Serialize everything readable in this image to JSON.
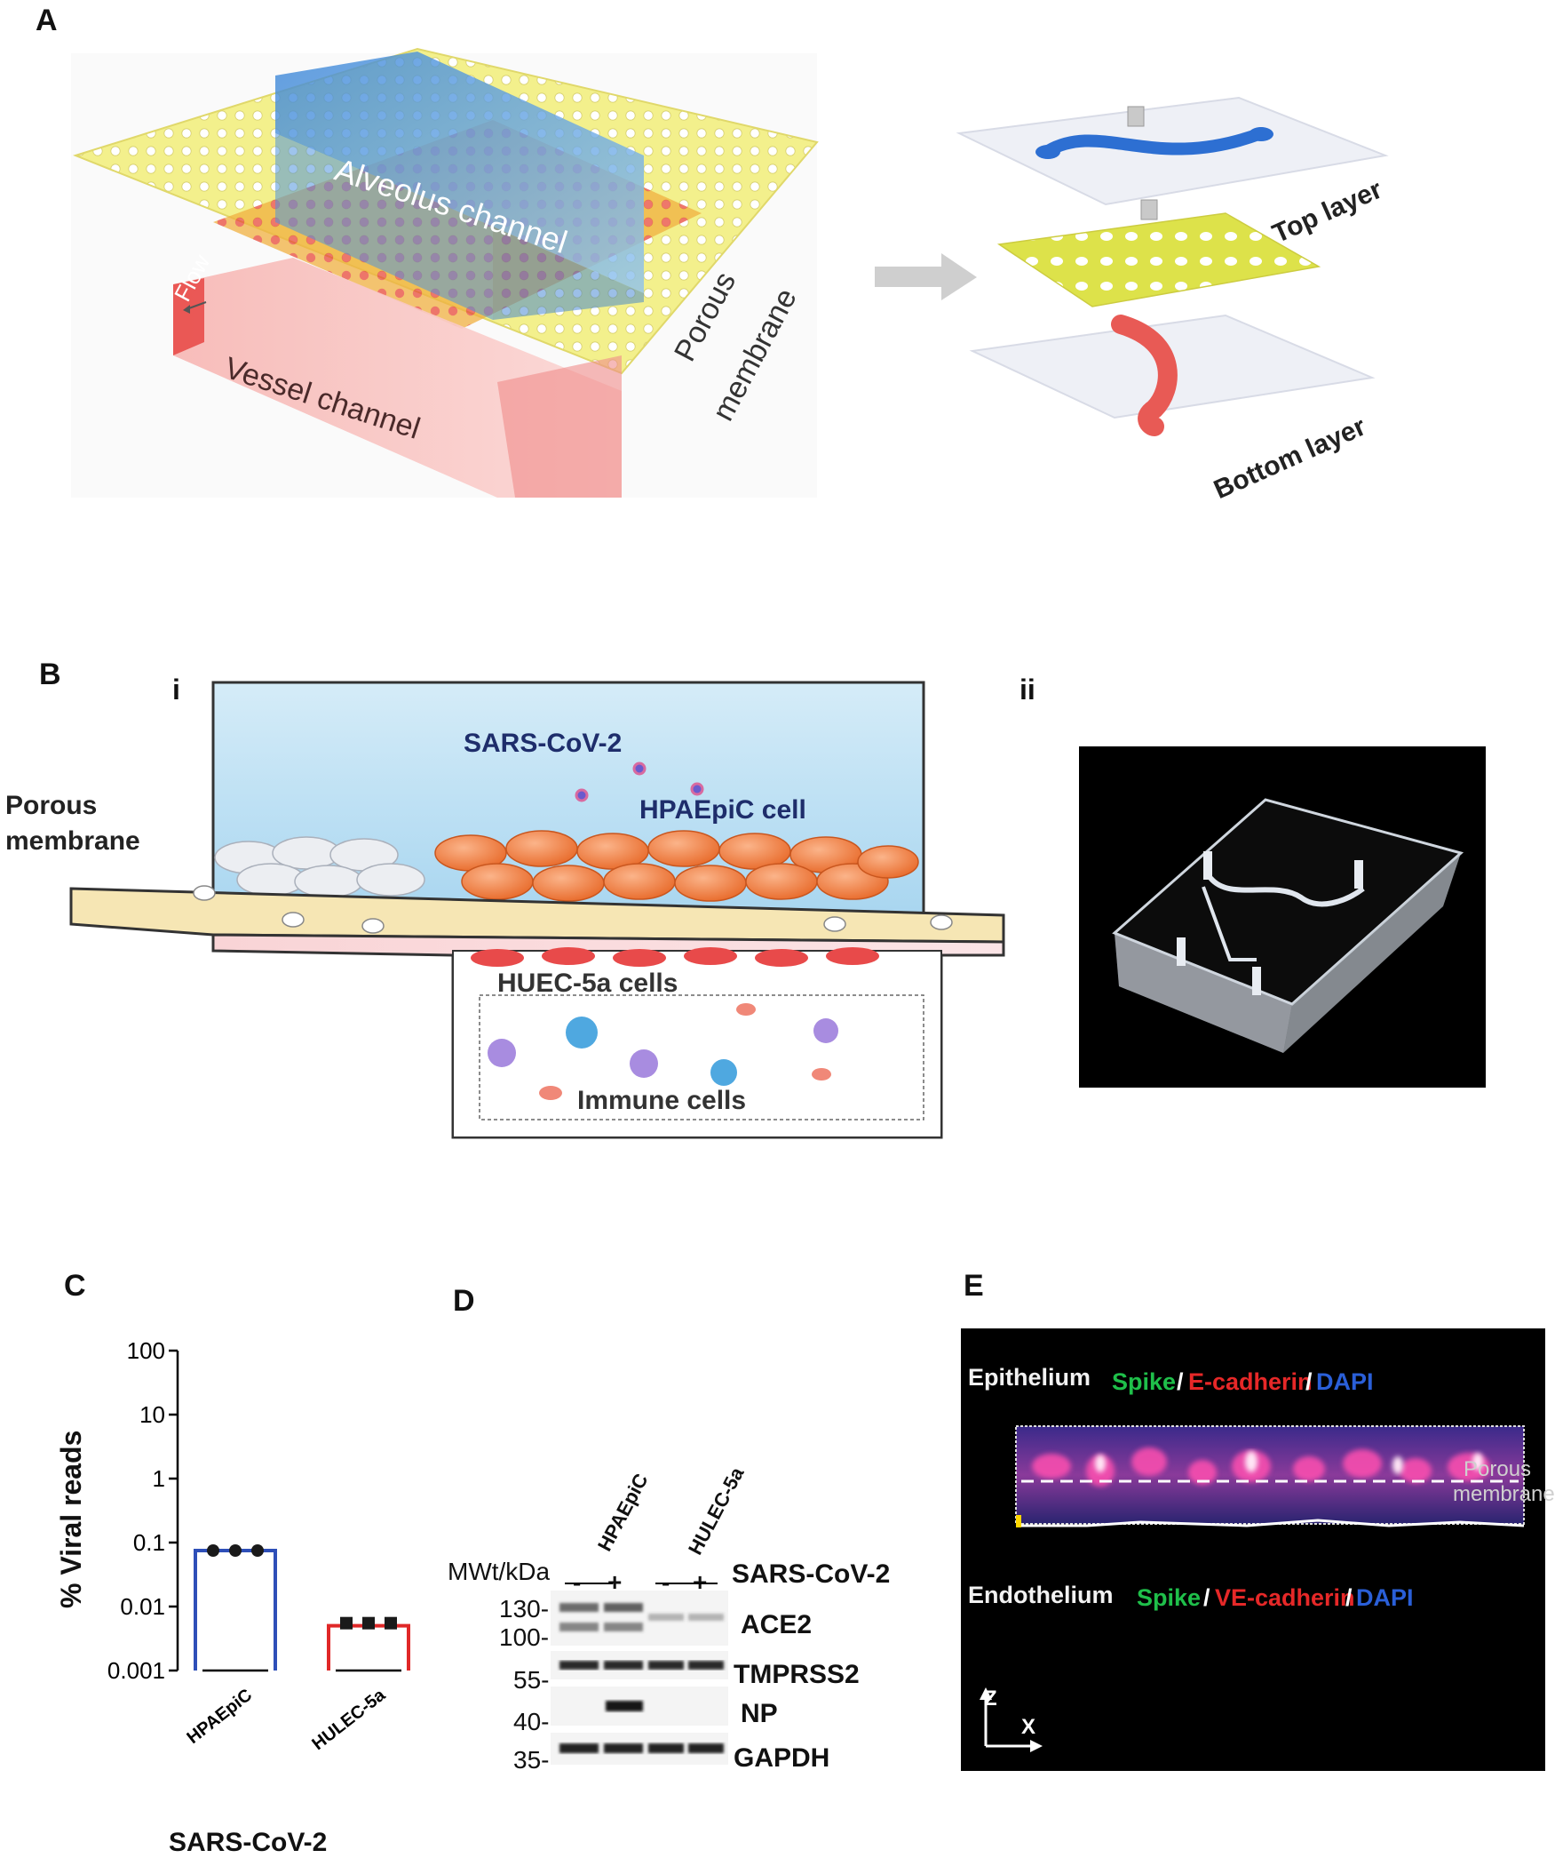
{
  "panelA": {
    "letter": "A",
    "alveolus_channel": "Alveolus channel",
    "flow": "Flow",
    "vessel_channel": "Vessel channel",
    "porous": "Porous",
    "membrane": "membrane",
    "top_layer": "Top layer",
    "bottom_layer": "Bottom layer"
  },
  "panelB": {
    "letter": "B",
    "sub_i": "i",
    "sub_ii": "ii",
    "sars": "SARS-CoV-2",
    "hpaepic_cell": "HPAEpiC cell",
    "porous": "Porous",
    "membrane": "membrane",
    "huec": "HUEC-5a cells",
    "immune": "Immune cells"
  },
  "panelC": {
    "letter": "C",
    "ylabel": "% Viral reads",
    "xgroup": "SARS-CoV-2"
  },
  "chart_data": {
    "type": "bar",
    "categories": [
      "HPAEpiC",
      "HULEC-5a"
    ],
    "values": [
      0.075,
      0.005
    ],
    "points": [
      [
        0.075,
        0.075,
        0.075
      ],
      [
        0.0055,
        0.0055,
        0.0055
      ]
    ],
    "ylabel": "% Viral reads",
    "yscale": "log",
    "ylim": [
      0.001,
      100
    ],
    "yticks": [
      "100",
      "10",
      "1",
      "0.1",
      "0.01",
      "0.001"
    ],
    "colors": [
      "#2e4fb8",
      "#e02828"
    ]
  },
  "panelD": {
    "letter": "D",
    "lane_group_1": "HPAEpiC",
    "lane_group_2": "HULEC-5a",
    "mw_header": "MWt/kDa",
    "treatment": "SARS-CoV-2",
    "lane_signs": [
      "-",
      "+",
      "-",
      "+"
    ],
    "markers": [
      "130-",
      "100-",
      "55-",
      "40-",
      "35-"
    ],
    "bands": [
      "ACE2",
      "TMPRSS2",
      "NP",
      "GAPDH"
    ]
  },
  "panelE": {
    "letter": "E",
    "epithelium": "Epithelium",
    "spike": "Spike",
    "slash": "/",
    "ecad": "E-cadherin",
    "dapi": "DAPI",
    "endothelium": "Endothelium",
    "vecad": "VE-cadherin",
    "porous": "Porous",
    "membrane": "membrane",
    "axis_z": "Z",
    "axis_x": "X"
  }
}
